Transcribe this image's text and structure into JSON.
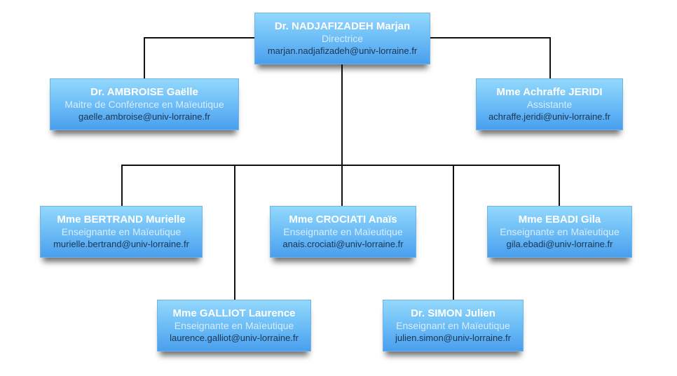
{
  "people": [
    {
      "name": "Dr. NADJAFIZADEH Marjan",
      "role": "Directrice",
      "email": "marjan.nadjafizadeh@univ-lorraine.fr"
    },
    {
      "name": "Dr. AMBROISE Gaëlle",
      "role": "Maitre de Conférence en Maïeutique",
      "email": "gaelle.ambroise@univ-lorraine.fr"
    },
    {
      "name": "Mme Achraffe JERIDI",
      "role": "Assistante",
      "email": "achraffe.jeridi@univ-lorraine.fr"
    },
    {
      "name": "Mme BERTRAND Murielle",
      "role": "Enseignante en Maïeutique",
      "email": "murielle.bertrand@univ-lorraine.fr"
    },
    {
      "name": "Mme CROCIATI Anaïs",
      "role": "Enseignante en Maïeutique",
      "email": "anais.crociati@univ-lorraine.fr"
    },
    {
      "name": "Mme EBADI Gila",
      "role": "Enseignante en Maïeutique",
      "email": "gila.ebadi@univ-lorraine.fr"
    },
    {
      "name": "Mme GALLIOT Laurence",
      "role": "Enseignante en Maïeutique",
      "email": "laurence.galliot@univ-lorraine.fr"
    },
    {
      "name": "Dr. SIMON Julien",
      "role": "Enseignant en Maïeutique",
      "email": "julien.simon@univ-lorraine.fr"
    }
  ]
}
